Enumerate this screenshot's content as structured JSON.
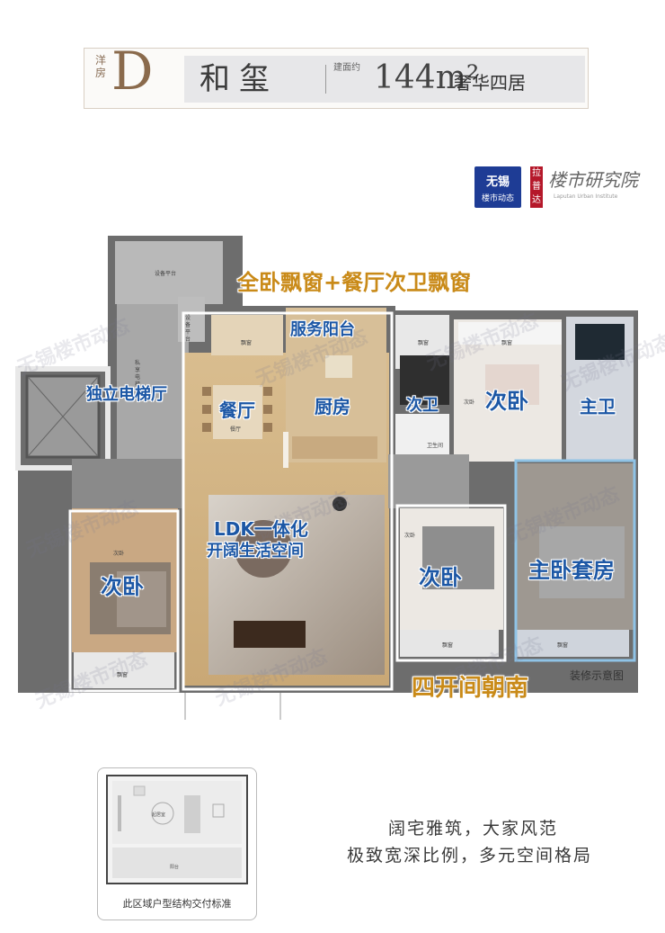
{
  "header": {
    "category": "洋房",
    "letter": "D",
    "name": "和玺",
    "area_label": "建面约",
    "area_value": "144m²",
    "unit_type": "奢华四居"
  },
  "logos": {
    "badge_line1": "无锡",
    "badge_line2": "楼市动态",
    "red_tag": "拉普达",
    "script_text": "楼市研究院",
    "script_sub": "Laputan Urban Institute"
  },
  "highlights": {
    "top_banner": "全卧飘窗+餐厅次卫飘窗",
    "bottom_banner": "四开间朝南"
  },
  "rooms": {
    "elevator_hall": "独立电梯厅",
    "dining": "餐厅",
    "service_balcony": "服务阳台",
    "kitchen": "厨房",
    "second_bath": "次卫",
    "bedroom_top": "次卧",
    "master_bath": "主卫",
    "ldk_line1": "LDK一体化",
    "ldk_line2": "开阔生活空间",
    "bedroom_left": "次卧",
    "bedroom_mid": "次卧",
    "master_suite": "主卧套房"
  },
  "small_labels": {
    "garden_platform": "设备平台",
    "private_hall": "私享电梯厅",
    "equipment": "设备平台",
    "bay_window": "飘窗",
    "dining_small": "餐厅",
    "bedroom_small": "次卧",
    "public_bath": "卫生间"
  },
  "watermark": "无锡楼市动态",
  "caption": "装修示意图",
  "inset": {
    "room_label": "起居室",
    "balcony_label": "阳台",
    "caption": "此区域户型结构交付标准"
  },
  "slogans": {
    "line1": "阔宅雅筑，大家风范",
    "line2": "极致宽深比例，多元空间格局"
  },
  "colors": {
    "brand_brown": "#8a6a4c",
    "label_blue": "#1c57a5",
    "highlight_gold": "#c98a18",
    "arrow_orange": "#f3a33c",
    "badge_blue": "#1e3c95",
    "badge_red": "#b5182a"
  }
}
